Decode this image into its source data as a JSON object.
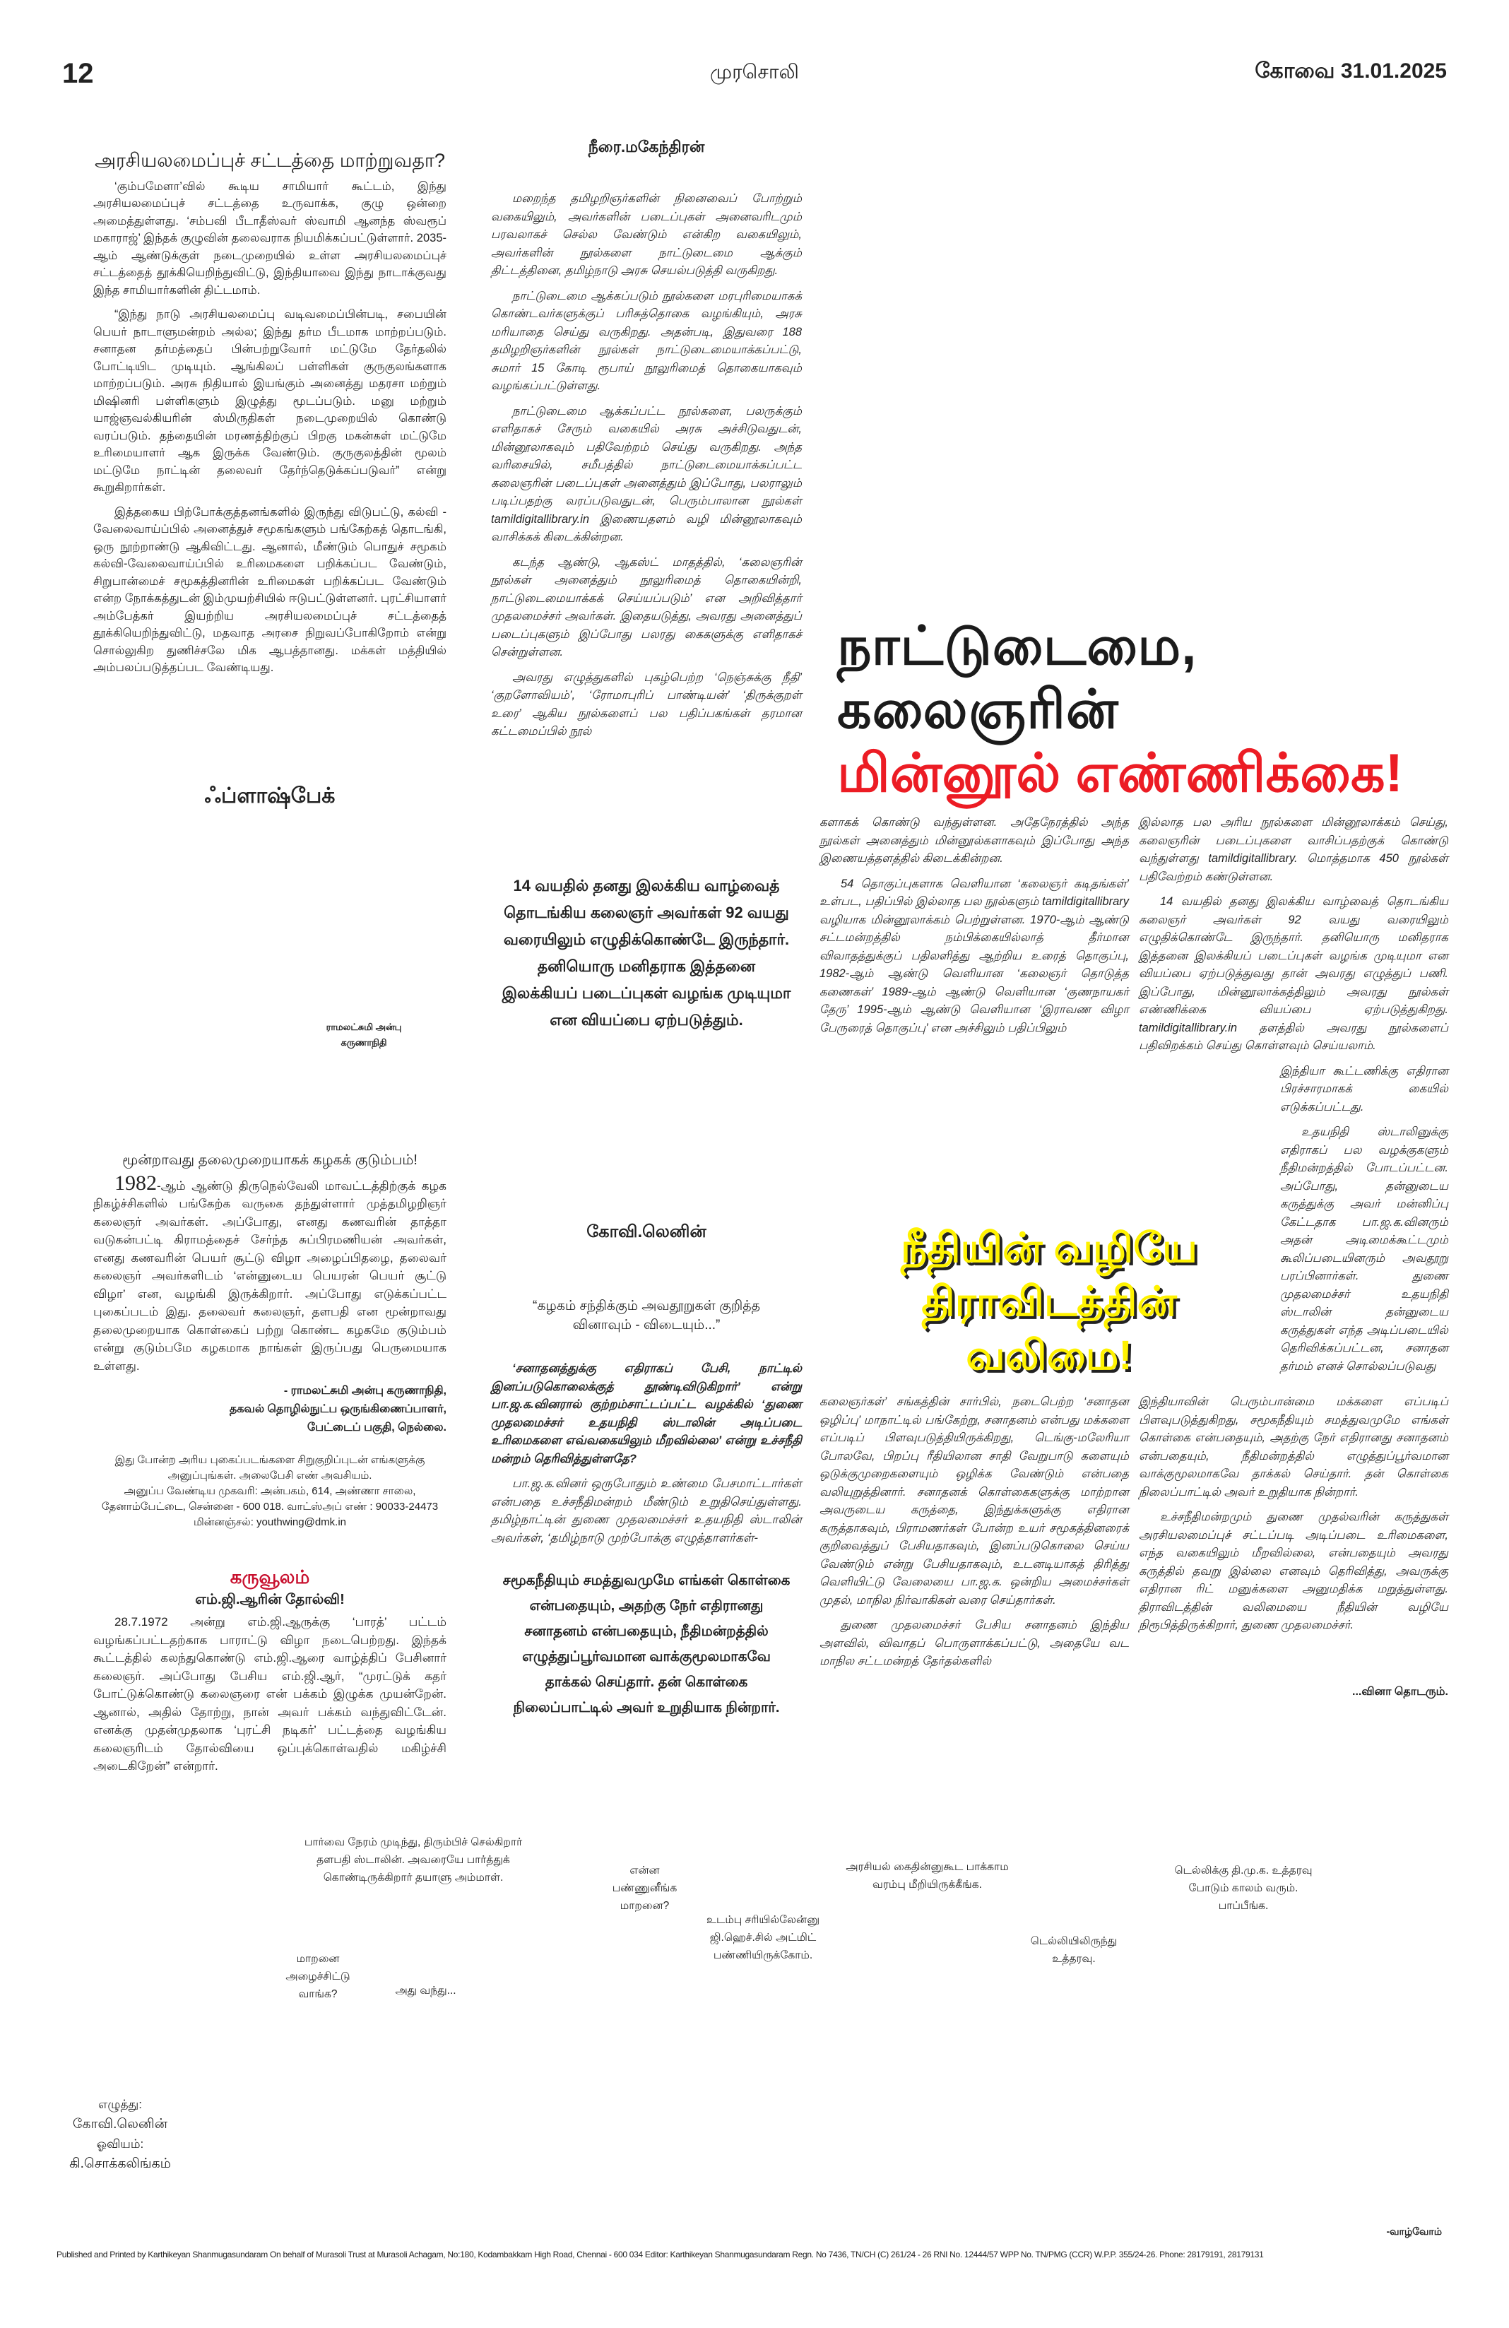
{
  "header": {
    "page_number": "12",
    "masthead": "முரசொலி",
    "edition_date": "கோவை 31.01.2025"
  },
  "left": {
    "article": {
      "title": "அரசியலமைப்புச் சட்டத்தை மாற்றுவதா?",
      "paragraphs": [
        "‘கும்பமேளா’வில் கூடிய சாமியார் கூட்டம், இந்து அரசியலமைப்புச் சட்டத்தை உருவாக்க, குழு ஒன்றை அமைத்துள்ளது. ‘சம்பவி பீடாதீஸ்வர் ஸ்வாமி ஆனந்த ஸ்வரூப் மகாராஜ்’ இந்தக் குழுவின் தலைவராக நியமிக்கப்பட்டுள்ளார். 2035-ஆம் ஆண்டுக்குள் நடைமுறையில் உள்ள அரசியலமைப்புச் சட்டத்தைத் தூக்கியெறிந்துவிட்டு, இந்தியாவை இந்து நாடாக்குவது இந்த சாமியார்களின் திட்டமாம்.",
        "“இந்து நாடு அரசியலமைப்பு வடிவமைப்பின்படி, சபையின் பெயர் நாடாளுமன்றம் அல்ல; இந்து தர்ம பீடமாக மாற்றப்படும். சனாதன தர்மத்தைப் பின்பற்றுவோர் மட்டுமே தேர்தலில் போட்டியிட முடியும். ஆங்கிலப் பள்ளிகள் குருகுலங்களாக மாற்றப்படும். அரசு நிதியால் இயங்கும் அனைத்து மதரசா மற்றும் மிஷினரி பள்ளிகளும் இழுத்து மூடப்படும். மனு மற்றும் யாஜ்ஞவல்கியரின் ஸ்மிருதிகள் நடைமுறையில் கொண்டு வரப்படும். தந்தையின் மரணத்திற்குப் பிறகு மகன்கள் மட்டுமே உரிமையாளர் ஆக இருக்க வேண்டும். குருகுலத்தின் மூலம் மட்டுமே நாட்டின் தலைவர் தேர்ந்தெடுக்கப்படுவர்” என்று கூறுகிறார்கள்.",
        "இத்தகைய பிற்போக்குத்தனங்களில் இருந்து விடுபட்டு, கல்வி - வேலைவாய்ப்பில் அனைத்துச் சமூகங்களும் பங்கேற்கத் தொடங்கி, ஒரு நூற்றாண்டு ஆகிவிட்டது. ஆனால், மீண்டும் பொதுச் சமூகம் கல்வி-வேலைவாய்ப்பில் உரிமைகளை பறிக்கப்பட வேண்டும், சிறுபான்மைச் சமூகத்தினரின் உரிமைகள் பறிக்கப்பட வேண்டும் என்ற நோக்கத்துடன் இம்முயற்சியில் ஈடுபட்டுள்ளனர். புரட்சியாளர் அம்பேத்கர் இயற்றிய அரசியலமைப்புச் சட்டத்தைத் தூக்கியெறிந்துவிட்டு, மதவாத அரசை நிறுவப்போகிறோம் என்று சொல்லுகிற துணிச்சலே மிக ஆபத்தானது. மக்கள் மத்தியில் அம்பலப்படுத்தப்பட வேண்டியது."
      ]
    },
    "flashback": {
      "title": "ஃப்ளாஷ்பேக்",
      "photo_caption_line1": "ராமலட்சுமி அன்பு",
      "photo_caption_line2": "கருணாநிதி",
      "story_title": "மூன்றாவது தலைமுறையாகக் கழகக் குடும்பம்!",
      "story_lead": "1982",
      "story_body": "-ஆம் ஆண்டு திருநெல்வேலி மாவட்டத்திற்குக் கழக நிகழ்ச்சிகளில் பங்கேற்க வருகை தந்துள்ளார் முத்தமிழறிஞர் கலைஞர் அவர்கள். அப்போது, எனது கணவரின் தாத்தா வடுகன்பட்டி கிராமத்தைச் சேர்ந்த சுப்பிரமணியன் அவர்கள், எனது கணவரின் பெயர் சூட்டு விழா அழைப்பிதழை, தலைவர் கலைஞர் அவர்களிடம் ‘என்னுடைய பெயரன் பெயர் சூட்டு விழா’ என, வழங்கி இருக்கிறார். அப்போது எடுக்கப்பட்ட புகைப்படம் இது. தலைவர் கலைஞர், தளபதி என மூன்றாவது தலைமுறையாக கொள்கைப் பற்று கொண்ட கழகமே குடும்பம் என்று குடும்பமே கழகமாக நாங்கள் இருப்பது பெருமையாக உள்ளது.",
      "attribution": [
        "- ராமலட்சுமி அன்பு கருணாநிதி,",
        "தகவல் தொழில்நுட்ப ஒருங்கிணைப்பாளர்,",
        "பேட்டைப் பகுதி, நெல்லை."
      ],
      "submission": [
        "இது போன்ற அரிய புகைப்படங்களை சிறுகுறிப்புடன் எங்களுக்கு அனுப்புங்கள். அலைபேசி எண் அவசியம்.",
        "அனுப்ப வேண்டிய முகவரி: அன்பகம், 614, அண்ணா சாலை, தேனாம்பேட்டை, சென்னை - 600 018. வாட்ஸ்அப் எண் : 90033-24473",
        "மின்னஞ்சல்: youthwing@dmk.in"
      ]
    },
    "treasury": {
      "title": "கருவூலம்",
      "story_title": "எம்.ஜி.ஆரின் தோல்வி!",
      "body": "28.7.1972 அன்று எம்.ஜி.ஆருக்கு ‘பாரத்’ பட்டம் வழங்கப்பட்டதற்காக பாராட்டு விழா நடைபெற்றது. இந்தக் கூட்டத்தில் கலந்துகொண்டு எம்.ஜி.ஆரை வாழ்த்திப் பேசினார் கலைஞர். அப்போது பேசிய எம்.ஜி.ஆர், “முரட்டுக் கதர் போட்டுக்கொண்டு கலைஞரை என் பக்கம் இழுக்க முயன்றேன். ஆனால், அதில் தோற்று, நான் அவர் பக்கம் வந்துவிட்டேன். எனக்கு முதன்முதலாக ‘புரட்சி நடிகர்’ பட்டத்தை வழங்கிய கலைஞரிடம் தோல்வியை ஒப்புக்கொள்வதில் மகிழ்ச்சி அடைகிறேன்” என்றார்."
    }
  },
  "middle": {
    "byline": "நீரை.மகேந்திரன்",
    "paragraphs": [
      "மறைந்த தமிழறிஞர்களின் நினைவைப் போற்றும் வகையிலும், அவர்களின் படைப்புகள் அனைவரிடமும் பரவலாகச் செல்ல வேண்டும் என்கிற வகையிலும், அவர்களின் நூல்களை நாட்டுடைமை ஆக்கும் திட்டத்தினை, தமிழ்நாடு அரசு செயல்படுத்தி வருகிறது.",
      "நாட்டுடைமை ஆக்கப்படும் நூல்களை மரபுரிமையாகக் கொண்டவர்களுக்குப் பரிசுத்தொகை வழங்கியும், அரசு மரியாதை செய்து வருகிறது. அதன்படி, இதுவரை 188 தமிழறிஞர்களின் நூல்கள் நாட்டுடைமையாக்கப்பட்டு, சுமார் 15 கோடி ரூபாய் நூலுரிமைத் தொகையாகவும் வழங்கப்பட்டுள்ளது.",
      "நாட்டுடைமை ஆக்கப்பட்ட நூல்களை, பலருக்கும் எளிதாகச் சேரும் வகையில் அரசு அச்சிடுவதுடன், மின்னூலாகவும் பதிவேற்றம் செய்து வருகிறது. அந்த வரிசையில், சமீபத்தில் நாட்டுடைமையாக்கப்பட்ட கலைஞரின் படைப்புகள் அனைத்தும் இப்போது, பலராலும் படிப்பதற்கு வரப்படுவதுடன், பெரும்பாலான நூல்கள் tamildigitallibrary.in இணையதளம் வழி மின்னூலாகவும் வாசிக்கக் கிடைக்கின்றன.",
      "கடந்த ஆண்டு, ஆகஸ்ட் மாதத்தில், ‘கலைஞரின் நூல்கள் அனைத்தும் நூலுரிமைத் தொகையின்றி, நாட்டுடைமையாக்கக் செய்யப்படும்’ என அறிவித்தார் முதலமைச்சர் அவர்கள். இதையடுத்து, அவரது அனைத்துப் படைப்புகளும் இப்போது பலரது கைகளுக்கு எளிதாகச் சென்றுள்ளன.",
      "அவரது எழுத்துகளில் புகழ்பெற்ற ‘நெஞ்சுக்கு நீதி’ ‘குறளோவியம்’, ‘ரோமாபுரிப் பாண்டியன்’ ‘திருக்குறள் உரை’ ஆகிய நூல்களைப் பல பதிப்பகங்கள் தரமான கட்டமைப்பில் நூல்"
    ],
    "pullquote1": "14 வயதில் தனது இலக்கிய வாழ்வைத் தொடங்கிய கலைஞர் அவர்கள் 92 வயது வரையிலும் எழுதிக்கொண்டே இருந்தார். தனியொரு மனிதராக இத்தனை இலக்கியப் படைப்புகள் வழங்க முடியுமா என வியப்பை ஏற்படுத்தும்.",
    "qa": {
      "byline": "கோவி.லெனின்",
      "series_title": "“கழகம் சந்திக்கும் அவதூறுகள் குறித்த வினாவும் - விடையும்...”",
      "question": "‘சனாதனத்துக்கு எதிராகப் பேசி, நாட்டில் இனப்படுகொலைக்குத் தூண்டிவிடுகிறார்’ என்று பா.ஜ.க.வினரால் குற்றம்சாட்டப்பட்ட வழக்கில் ‘துணை முதலமைச்சர் உதயநிதி ஸ்டாலின் அடிப்படை உரிமைகளை எவ்வகையிலும் மீறவில்லை’ என்று உச்சநீதி மன்றம் தெரிவித்துள்ளதே?",
      "answer": "பா.ஜ.க.வினர் ஒருபோதும் உண்மை பேசமாட்டார்கள் என்பதை உச்சநீதிமன்றம் மீண்டும் உறுதிசெய்துள்ளது. தமிழ்நாட்டின் துணை முதலமைச்சர் உதயநிதி ஸ்டாலின் அவர்கள், ‘தமிழ்நாடு முற்போக்கு எழுத்தாளர்கள்-",
      "pullquote2": "சமூகநீதியும் சமத்துவமுமே எங்கள் கொள்கை என்பதையும், அதற்கு நேர் எதிரானது சனாதனம் என்பதையும், நீதிமன்றத்தில் எழுத்துப்பூர்வமான வாக்குமூலமாகவே தாக்கல் செய்தார். தன் கொள்கை நிலைப்பாட்டில் அவர் உறுதியாக நின்றார்."
    }
  },
  "right": {
    "headline_line1": "நாட்டுடைமை, கலைஞரின்",
    "headline_line2": "மின்னூல் எண்ணிக்கை!",
    "col_a": [
      "களாகக் கொண்டு வந்துள்ளன. அதேநேரத்தில் அந்த நூல்கள் அனைத்தும் மின்னூல்களாகவும் இப்போது அந்த இணையத்தளத்தில் கிடைக்கின்றன.",
      "54 தொகுப்புகளாக வெளியான ‘கலைஞர் கடிதங்கள்’ உள்பட, பதிப்பில் இல்லாத பல நூல்களும் tamildigitallibrary வழியாக மின்னூலாக்கம் பெற்றுள்ளன. 1970-ஆம் ஆண்டு சட்டமன்றத்தில் நம்பிக்கையில்லாத் தீர்மான விவாதத்துக்குப் பதிலளித்து ஆற்றிய உரைத் தொகுப்பு, 1982-ஆம் ஆண்டு வெளியான ‘கலைஞர் தொடுத்த கணைகள்’ 1989-ஆம் ஆண்டு வெளியான ‘குணநாயகர் தேரு’ 1995-ஆம் ஆண்டு வெளியான ‘இராவண விழா பேருரைத் தொகுப்பு’ என அச்சிலும் பதிப்பிலும்"
    ],
    "col_b": [
      "இல்லாத பல அரிய நூல்களை மின்னூலாக்கம் செய்து, கலைஞரின் படைப்புகளை வாசிப்பதற்குக் கொண்டு வந்துள்ளது tamildigitallibrary. மொத்தமாக 450 நூல்கள் பதிவேற்றம் கண்டுள்ளன.",
      "14 வயதில் தனது இலக்கிய வாழ்வைத் தொடங்கிய கலைஞர் அவர்கள் 92 வயது வரையிலும் எழுதிக்கொண்டே இருந்தார். தனியொரு மனிதராக இத்தனை இலக்கியப் படைப்புகள் வழங்க முடியுமா என வியப்பை ஏற்படுத்துவது தான் அவரது எழுத்துப் பணி. இப்போது, மின்னூலாக்கத்திலும் அவரது நூல்கள் எண்ணிக்கை வியப்பை ஏற்படுத்துகிறது. tamildigitallibrary.in தளத்தில் அவரது நூல்களைப் பதிவிறக்கம் செய்து கொள்ளவும் செய்யலாம்."
    ],
    "narrow_col": [
      "இந்தியா கூட்டணிக்கு எதிரான பிரச்சாரமாகக் கையில் எடுக்கப்பட்டது.",
      "உதயநிதி ஸ்டாலினுக்கு எதிராகப் பல வழக்குகளும் நீதிமன்றத்தில் போடப்பட்டன. அப்போது, தன்னுடைய கருத்துக்கு அவர் மன்னிப்பு கேட்டதாக பா.ஜ.க.வினரும் அதன் அடிமைக்கூட்டமும் கூலிப்படையினரும் அவதூறு பரப்பினார்கள். துணை முதலமைச்சர் உதயநிதி ஸ்டாலின் தன்னுடைய கருத்துகள் எந்த அடிப்படையில் தெரிவிக்கப்பட்டன, சனாதன தர்மம் எனச் சொல்லப்படுவது"
    ],
    "headline2_line1": "நீதியின் வழியே",
    "headline2_line2": "திராவிடத்தின் வலிமை!",
    "col_c": [
      "கலைஞர்கள்’ சங்கத்தின் சார்பில், நடைபெற்ற ‘சனாதன ஒழிப்பு’ மாநாட்டில் பங்கேற்று, சனாதனம் என்பது மக்களை எப்படிப் பிளவுபடுத்தியிருக்கிறது, டெங்கு-மலேரியா போலவே, பிறப்பு ரீதியிலான சாதி வேறுபாடு களையும் ஒடுக்குமுறைகளையும் ஒழிக்க வேண்டும் என்பதை வலியுறுத்தினார். சனாதனக் கொள்கைகளுக்கு மாற்றான அவருடைய கருத்தை, இந்துக்களுக்கு எதிரான கருத்தாகவும், பிராமணர்கள் போன்ற உயர் சமூகத்தினரைக் குறிவைத்துப் பேசியதாகவும், இனப்படுகொலை செய்ய வேண்டும் என்று பேசியதாகவும், உடனடியாகத் திரித்து வெளியிட்டு வேலையை பா.ஜ.க. ஒன்றிய அமைச்சர்கள் முதல், மாநில நிர்வாகிகள் வரை செய்தார்கள்.",
      "துணை முதலமைச்சர் பேசிய சனாதனம் இந்திய அளவில், விவாதப் பொருளாக்கப்பட்டு, அதையே வட மாநில சட்டமன்றத் தேர்தல்களில்"
    ],
    "col_d": [
      "இந்தியாவின் பெரும்பான்மை மக்களை எப்படிப் பிளவுபடுத்துகிறது, சமூகநீதியும் சமத்துவமுமே எங்கள் கொள்கை என்பதையும், அதற்கு நேர் எதிரானது சனாதனம் என்பதையும், நீதிமன்றத்தில் எழுத்துப்பூர்வமான வாக்குமூலமாகவே தாக்கல் செய்தார். தன் கொள்கை நிலைப்பாட்டில் அவர் உறுதியாக நின்றார்.",
      "உச்சநீதிமன்றமும் துணை முதல்வரின் கருத்துகள் அரசியலமைப்புச் சட்டப்படி அடிப்படை உரிமைகளை, எந்த வகையிலும் மீறவில்லை, என்பதையும் அவரது கருத்தில் தவறு இல்லை எனவும் தெரிவித்து, அவருக்கு எதிரான ரிட் மனுக்களை அனுமதிக்க மறுத்துள்ளது. திராவிடத்தின் வலிமையை நீதியின் வழியே நிரூபித்திருக்கிறார், துணை முதலமைச்சர்."
    ],
    "continued": "...வினா தொடரும்."
  },
  "cartoon": {
    "bubbles": [
      "பார்வை நேரம் முடிந்து, திரும்பிச் செல்கிறார் தளபதி ஸ்டாலின். அவரையே பார்த்துக் கொண்டிருக்கிறார் தயாளு அம்மாள்.",
      "என்ன பண்ணுனீங்க மாறனை?",
      "உடம்பு சரியில்லேன்னு ஜி.ஹெச்.சில் அட்மிட் பண்ணியிருக்கோம்.",
      "அரசியல் கைதின்னுகூட பாக்காம வரம்பு மீறியிருக்கீங்க.",
      "டெல்லியிலிருந்து உத்தரவு.",
      "டெல்லிக்கு தி.மு.க. உத்தரவு போடும் காலம் வரும். பாப்பீங்க.",
      "மாறனை அழைச்சிட்டு வாங்க?",
      "அது வந்து..."
    ],
    "credit_writer_label": "எழுத்து:",
    "credit_writer": "கோவி.லெனின்",
    "credit_artist_label": "ஓவியம்:",
    "credit_artist": "கி.சொக்கலிங்கம்",
    "series_signoff": "-வாழ்வோம்"
  },
  "footer": {
    "imprint": "Published and Printed by Karthikeyan Shanmugasundaram On behalf of Murasoli Trust at Murasoli Achagam, No:180, Kodambakkam High Road, Chennai - 600 034 Editor: Karthikeyan Shanmugasundaram Regn. No 7436, TN/CH (C) 261/24 - 26 RNI No. 12444/57 WPP No. TN/PMG (CCR) W.P.P. 355/24-26. Phone: 28179191, 28179131"
  },
  "colors": {
    "headline_red": "#ec1c24",
    "section_red": "#c8102e",
    "headline_yellow": "#fff200"
  }
}
